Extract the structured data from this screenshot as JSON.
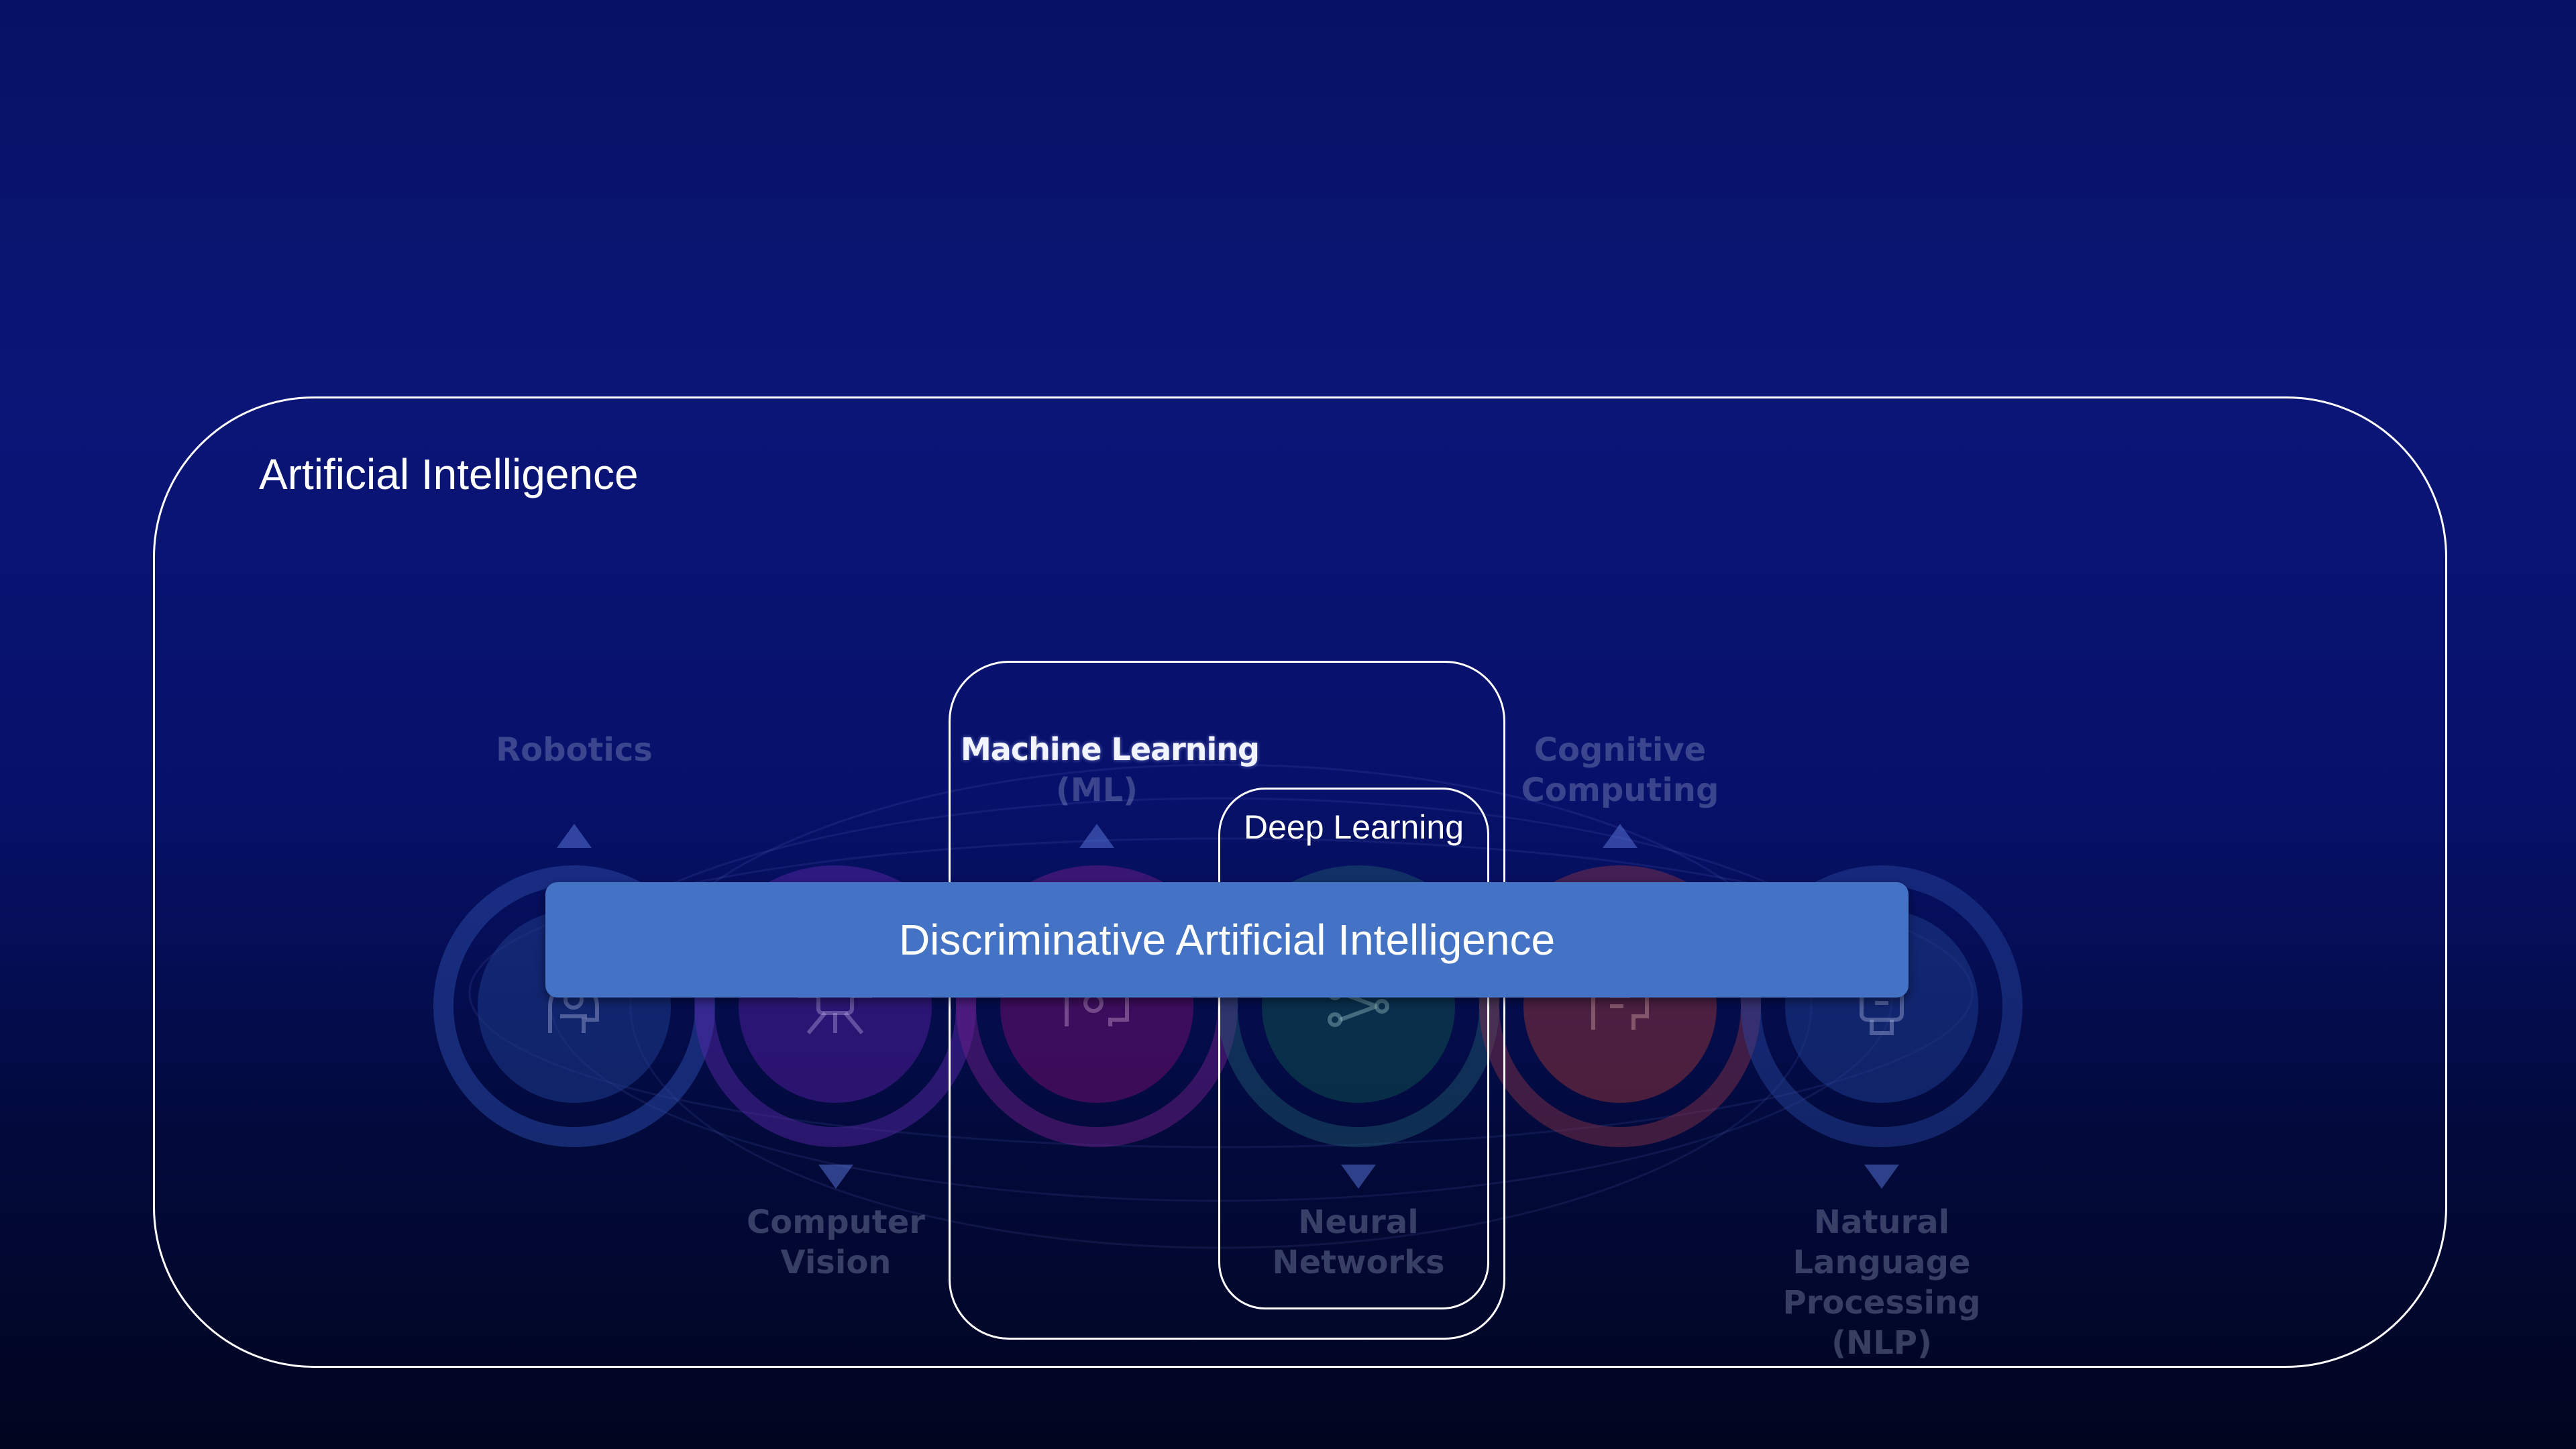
{
  "diagram": {
    "outer_label": "Artificial Intelligence",
    "middle_label": "Machine Learning",
    "inner_label": "Deep Learning",
    "banner_label": "Discriminative Artificial Intelligence",
    "background_items": [
      {
        "label": "Robotics",
        "icon": "robot-head-icon",
        "color": "#1e3a8a"
      },
      {
        "label": "Computer\nVision",
        "icon": "circuit-chip-icon",
        "color": "#4c1d95"
      },
      {
        "label": "Machine Learning\n(ML)",
        "icon": "brain-icon",
        "color": "#6b0f6b"
      },
      {
        "label": "Neural\nNetworks",
        "icon": "neural-network-icon",
        "color": "#0f4c4c"
      },
      {
        "label": "Cognitive\nComputing",
        "icon": "cognitive-head-icon",
        "color": "#7c2d3a"
      },
      {
        "label": "Natural Language\nProcessing (NLP)",
        "icon": "chat-robot-icon",
        "color": "#1e3a8a"
      }
    ],
    "colors": {
      "banner": "#4472c4",
      "outline": "#ffffff",
      "background_top": "#081264",
      "background_bottom": "#01051f"
    }
  }
}
